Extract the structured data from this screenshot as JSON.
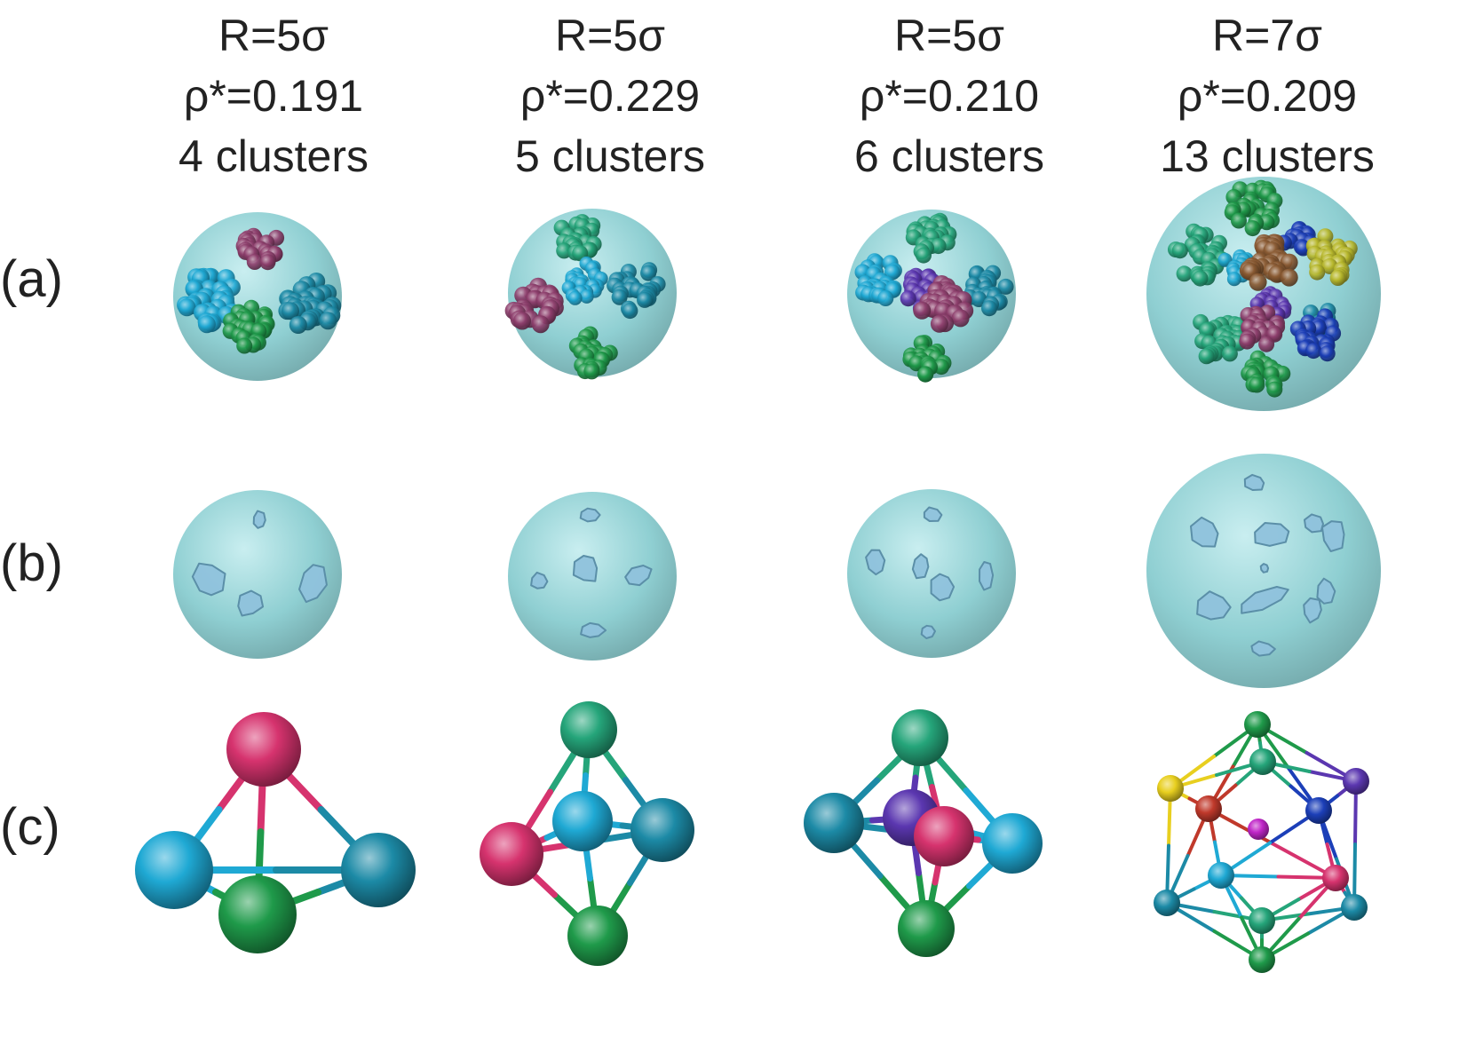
{
  "columns": [
    {
      "radius": "R=5σ",
      "density": "ρ*=0.191",
      "clusters": "4 clusters"
    },
    {
      "radius": "R=5σ",
      "density": "ρ*=0.229",
      "clusters": "5 clusters"
    },
    {
      "radius": "R=5σ",
      "density": "ρ*=0.210",
      "clusters": "6 clusters"
    },
    {
      "radius": "R=7σ",
      "density": "ρ*=0.209",
      "clusters": "13 clusters"
    }
  ],
  "rows": [
    {
      "label": "(a)"
    },
    {
      "label": "(b)"
    },
    {
      "label": "(c)"
    }
  ],
  "colors": {
    "sphere": "#8fcfd2",
    "sphere_highlight": "#c9eef0",
    "cyan": "#1fa9d4",
    "teal": "#1c8aa6",
    "green": "#1f9a4a",
    "seagreen": "#25a57a",
    "magenta": "#d6336e",
    "purple": "#5b37b0",
    "plum": "#8e3f6d",
    "blue": "#1c3fb8",
    "brown": "#8a5a32",
    "olive": "#b8b82c",
    "yellow": "#e8cf1f",
    "red": "#c0392b",
    "violet": "#c026c8"
  }
}
